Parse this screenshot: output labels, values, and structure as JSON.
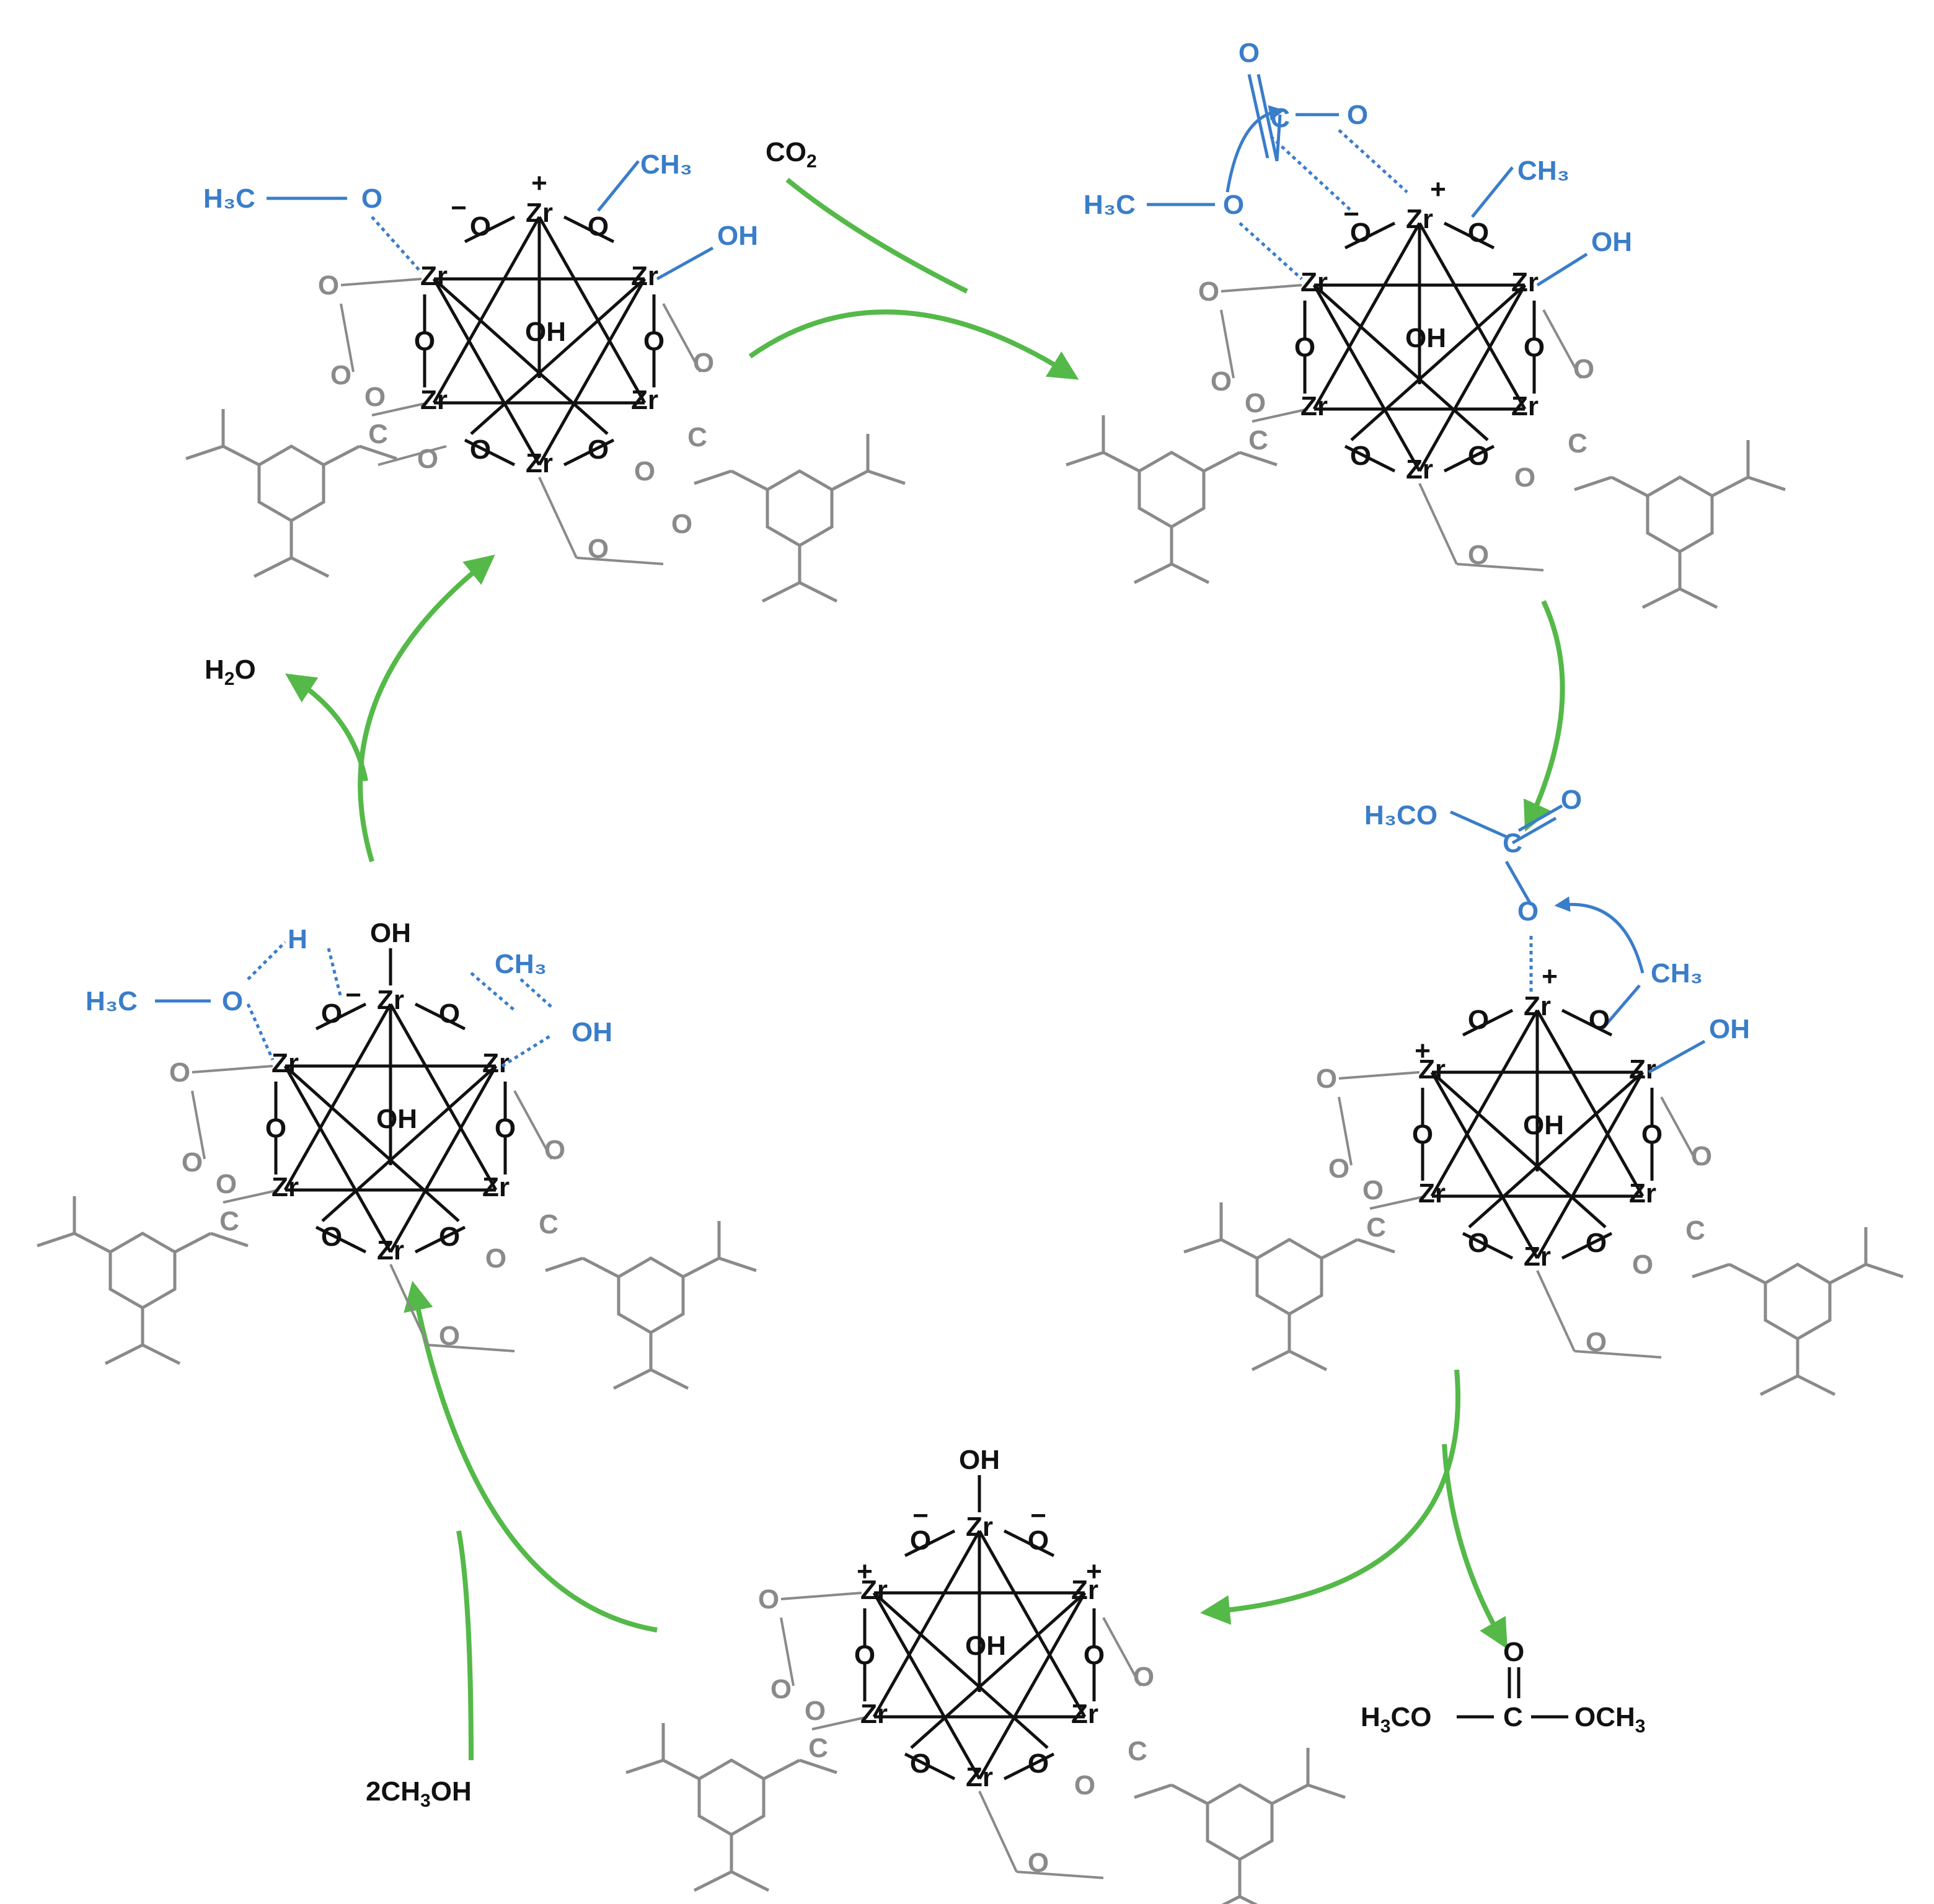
{
  "colors": {
    "arrow": "#54b948",
    "cluster": "#111111",
    "ligand": "#8a8a8a",
    "adsorbate": "#3a7dc9"
  },
  "cluster_labels": {
    "zr": "Zr",
    "o": "O",
    "oh": "OH",
    "plus": "+",
    "minus": "−",
    "c": "C"
  },
  "species": {
    "co2": "CO",
    "co2_sub": "2",
    "h2o": "H",
    "h2o_sub": "2",
    "h2o_tail": "O",
    "methanol_prefix": "2CH",
    "methanol_sub": "3",
    "methanol_tail": "OH",
    "dmc_left": "H",
    "dmc_left_sub": "3",
    "dmc_left_tail": "CO",
    "dmc_center": "C",
    "dmc_right": "OCH",
    "dmc_right_sub": "3",
    "dmc_top_o": "O"
  },
  "adsorbates": {
    "s1_methoxy": "H₃C",
    "s1_o": "O",
    "s1_ch3": "CH₃",
    "s1_oh": "OH",
    "s2_methoxy": "H₃C",
    "s2_o": "O",
    "s2_co2_c": "C",
    "s2_co2_o_top": "O",
    "s2_co2_o_right": "O",
    "s2_ch3": "CH₃",
    "s2_oh": "OH",
    "s3_h3co": "H₃CO",
    "s3_c": "C",
    "s3_o_top": "O",
    "s3_o": "O",
    "s3_ch3": "CH₃",
    "s3_oh": "OH",
    "s5_methoxy": "H₃C",
    "s5_o": "O",
    "s5_h": "H",
    "s5_ch3": "CH₃",
    "s5_oh": "OH"
  }
}
